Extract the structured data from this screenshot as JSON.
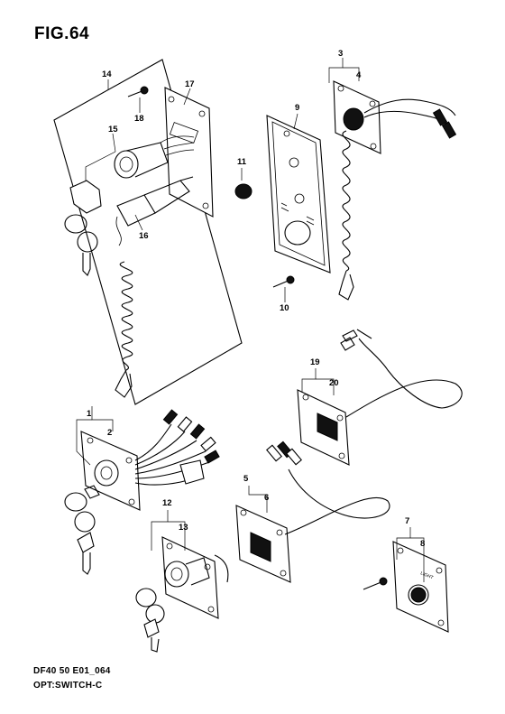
{
  "figure": {
    "title": "FIG.64",
    "code": "DF40 50 E01_064",
    "name": "OPT:SWITCH-C"
  },
  "callouts": [
    "1",
    "2",
    "3",
    "4",
    "5",
    "6",
    "7",
    "8",
    "9",
    "10",
    "11",
    "12",
    "13",
    "14",
    "15",
    "16",
    "17",
    "18",
    "19",
    "20"
  ],
  "plate_labels": {
    "light_switch": "LIGHT"
  }
}
